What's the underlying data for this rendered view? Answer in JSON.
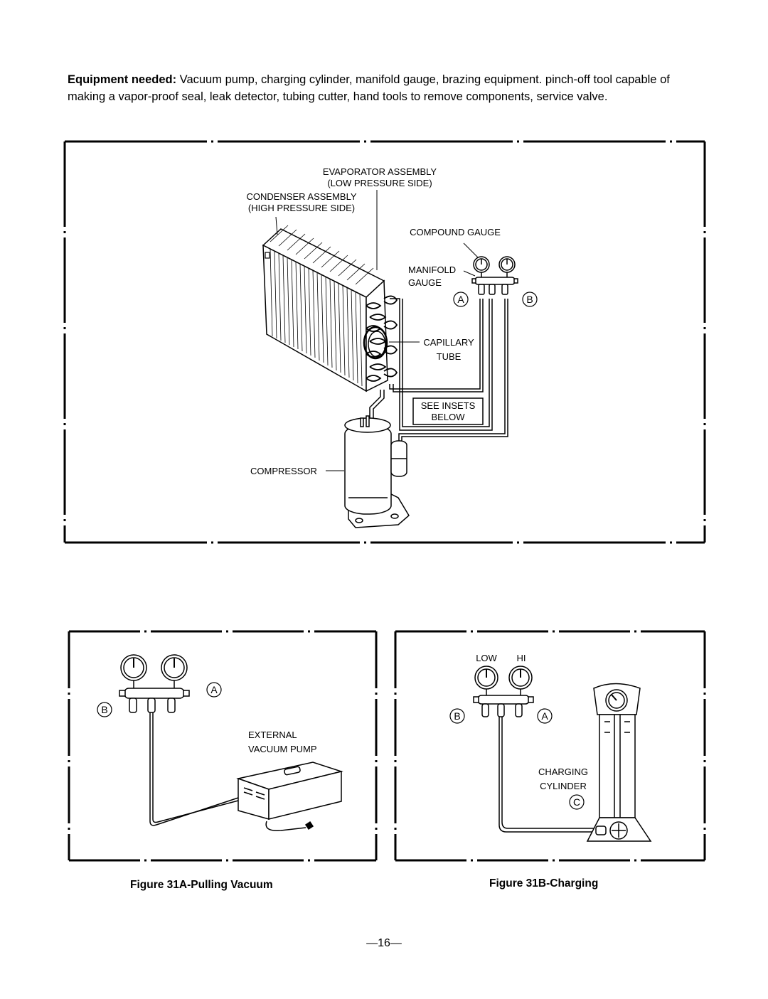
{
  "intro": {
    "lead": "Equipment needed:",
    "text": " Vacuum pump, charging cylinder, manifold gauge, brazing equipment. pinch-off tool capable of making a vapor-proof seal, leak detector, tubing cutter, hand tools to remove components, service valve."
  },
  "diagram_main": {
    "evaporator_line1": "EVAPORATOR ASSEMBLY",
    "evaporator_line2": "(LOW PRESSURE SIDE)",
    "condenser_line1": "CONDENSER ASSEMBLY",
    "condenser_line2": "(HIGH PRESSURE SIDE)",
    "compound_gauge": "COMPOUND GAUGE",
    "manifold_line1": "MANIFOLD",
    "manifold_line2": "GAUGE",
    "port_a": "A",
    "port_b": "B",
    "capillary_line1": "CAPILLARY",
    "capillary_line2": "TUBE",
    "insets_line1": "SEE INSETS",
    "insets_line2": "BELOW",
    "compressor": "COMPRESSOR"
  },
  "inset_a": {
    "port_a": "A",
    "port_b": "B",
    "pump_line1": "EXTERNAL",
    "pump_line2": "VACUUM PUMP",
    "caption": "Figure 31A-Pulling Vacuum"
  },
  "inset_b": {
    "low": "LOW",
    "hi": "HI",
    "port_b": "B",
    "port_a": "A",
    "cyl_line1": "CHARGING",
    "cyl_line2": "CYLINDER",
    "port_c": "C",
    "caption": "Figure 31B-Charging"
  },
  "page_number": "—16—"
}
